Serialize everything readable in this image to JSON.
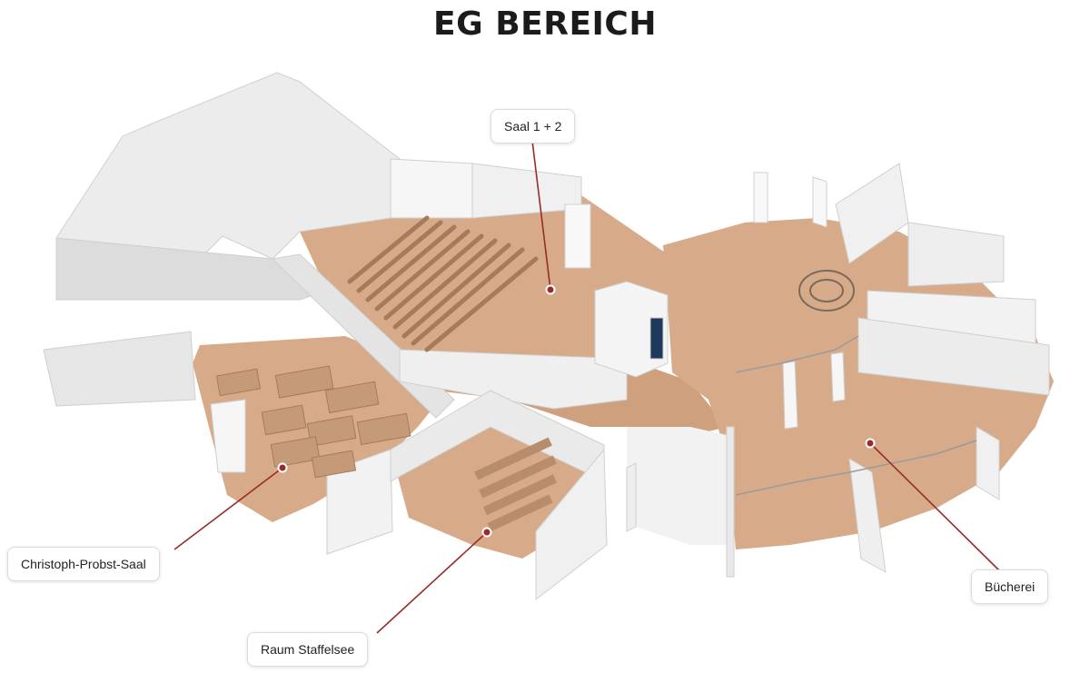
{
  "title": "EG BEREICH",
  "rooms": [
    {
      "id": "saal",
      "label": "Saal 1 + 2"
    },
    {
      "id": "probst",
      "label": "Christoph-Probst-Saal"
    },
    {
      "id": "staffelsee",
      "label": "Raum Staffelsee"
    },
    {
      "id": "buecherei",
      "label": "Bücherei"
    }
  ],
  "colors": {
    "floor": "#d7ab8a",
    "floor_dark": "#c99a78",
    "wall_top": "#f4f4f4",
    "wall_side": "#dedede",
    "furniture": "#b88d6c",
    "leader_line": "#9a2b2b",
    "door": "#1d3a5c"
  }
}
